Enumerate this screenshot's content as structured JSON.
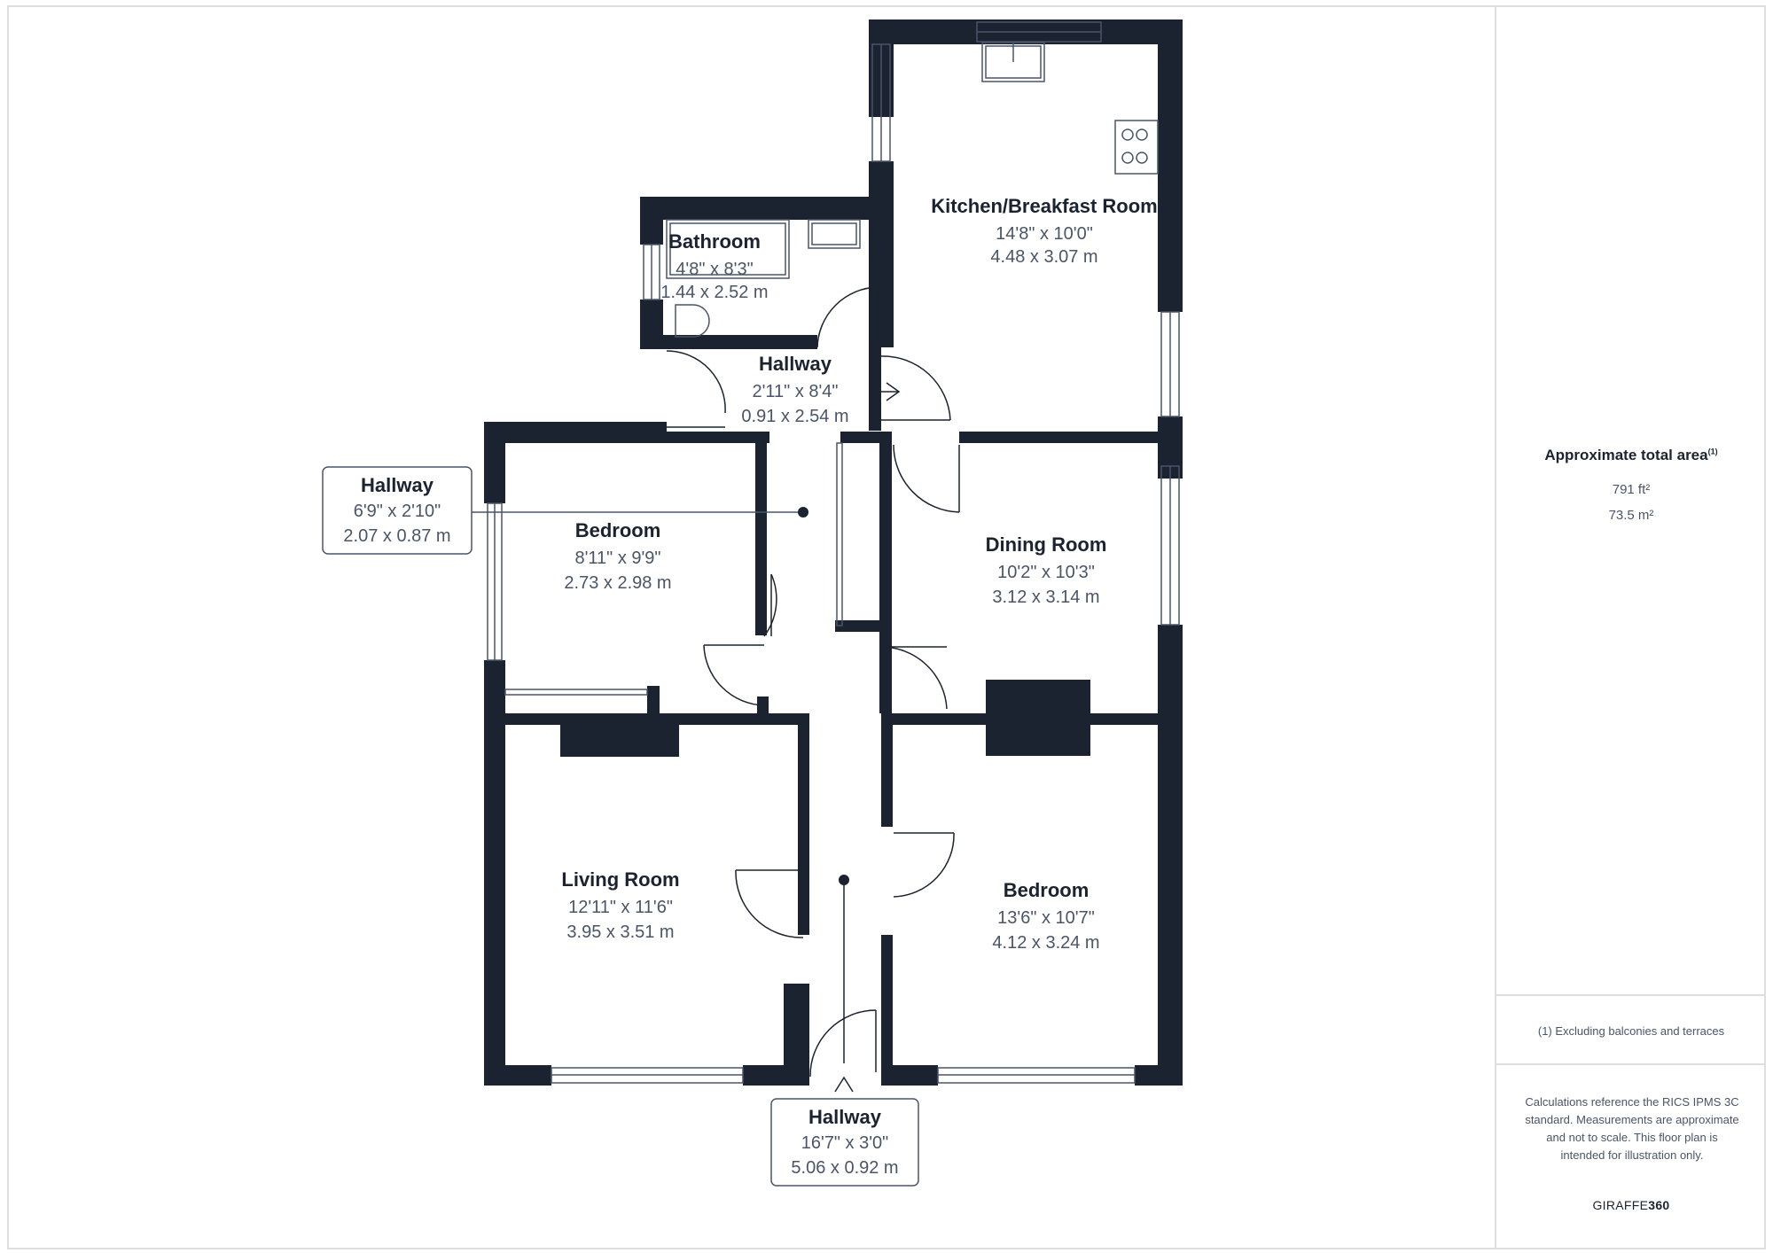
{
  "floorplan": {
    "rooms": [
      {
        "name": "Kitchen/Breakfast Room",
        "imperial": "14'8\" x 10'0\"",
        "metric": "4.48 x 3.07 m"
      },
      {
        "name": "Bathroom",
        "imperial": "4'8\" x 8'3\"",
        "metric": "1.44 x 2.52 m"
      },
      {
        "name": "Hallway",
        "imperial": "2'11\" x 8'4\"",
        "metric": "0.91 x 2.54 m"
      },
      {
        "name": "Hallway",
        "imperial": "6'9\" x 2'10\"",
        "metric": "2.07 x 0.87 m"
      },
      {
        "name": "Bedroom",
        "imperial": "8'11\" x 9'9\"",
        "metric": "2.73 x 2.98 m"
      },
      {
        "name": "Dining Room",
        "imperial": "10'2\" x 10'3\"",
        "metric": "3.12 x 3.14 m"
      },
      {
        "name": "Living Room",
        "imperial": "12'11\" x 11'6\"",
        "metric": "3.95 x 3.51 m"
      },
      {
        "name": "Bedroom",
        "imperial": "13'6\" x 10'7\"",
        "metric": "4.12 x 3.24 m"
      },
      {
        "name": "Hallway",
        "imperial": "16'7\" x 3'0\"",
        "metric": "5.06 x 0.92 m"
      }
    ],
    "colors": {
      "wall": "#1b2330",
      "text_dark": "#1b2330",
      "text_dim": "#4a5568",
      "border": "#dedede"
    }
  },
  "sidebar": {
    "area_title": "Approximate total area",
    "area_footnote_mark": "(1)",
    "area_ft": "791 ft²",
    "area_m": "73.5 m²",
    "footnote": "(1) Excluding balconies and terraces",
    "disclaimer": "Calculations reference the RICS IPMS 3C standard. Measurements are approximate and not to scale. This floor plan is intended for illustration only.",
    "brand_light": "GIRAFFE",
    "brand_bold": "360"
  }
}
